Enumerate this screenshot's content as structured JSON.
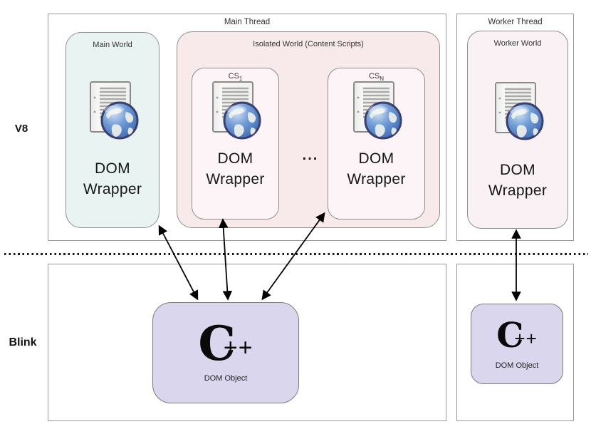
{
  "side_labels": {
    "v8": "V8",
    "blink": "Blink"
  },
  "v8_layer": {
    "main_thread": {
      "title": "Main Thread",
      "main_world": {
        "title": "Main World",
        "wrapper": {
          "line1": "DOM",
          "line2": "Wrapper"
        }
      },
      "isolated_world": {
        "title": "Isolated World (Content Scripts)",
        "ellipsis": "...",
        "cs1": {
          "base": "CS",
          "sub": "1",
          "wrapper": {
            "line1": "DOM",
            "line2": "Wrapper"
          }
        },
        "csn": {
          "base": "CS",
          "sub": "N",
          "wrapper": {
            "line1": "DOM",
            "line2": "Wrapper"
          }
        }
      }
    },
    "worker_thread": {
      "title": "Worker Thread",
      "worker_world": {
        "title": "Worker World",
        "wrapper": {
          "line1": "DOM",
          "line2": "Wrapper"
        }
      }
    }
  },
  "blink_layer": {
    "main_dom_object": {
      "logo_c": "C",
      "logo_plus": "++",
      "caption": "DOM Object"
    },
    "worker_dom_object": {
      "logo_c": "C",
      "logo_plus": "++",
      "caption": "DOM Object"
    }
  },
  "icons": {
    "dom_wrapper": "document-globe-icon"
  },
  "colors": {
    "main_world_bg": "#e9f4f2",
    "isolated_world_bg": "#f8e9ea",
    "content_script_bg": "#fcf4f7",
    "worker_world_bg": "#faf1f5",
    "dom_object_bg": "#d9d6ed",
    "box_border": "#8f8f8f",
    "arrow": "#000000"
  }
}
